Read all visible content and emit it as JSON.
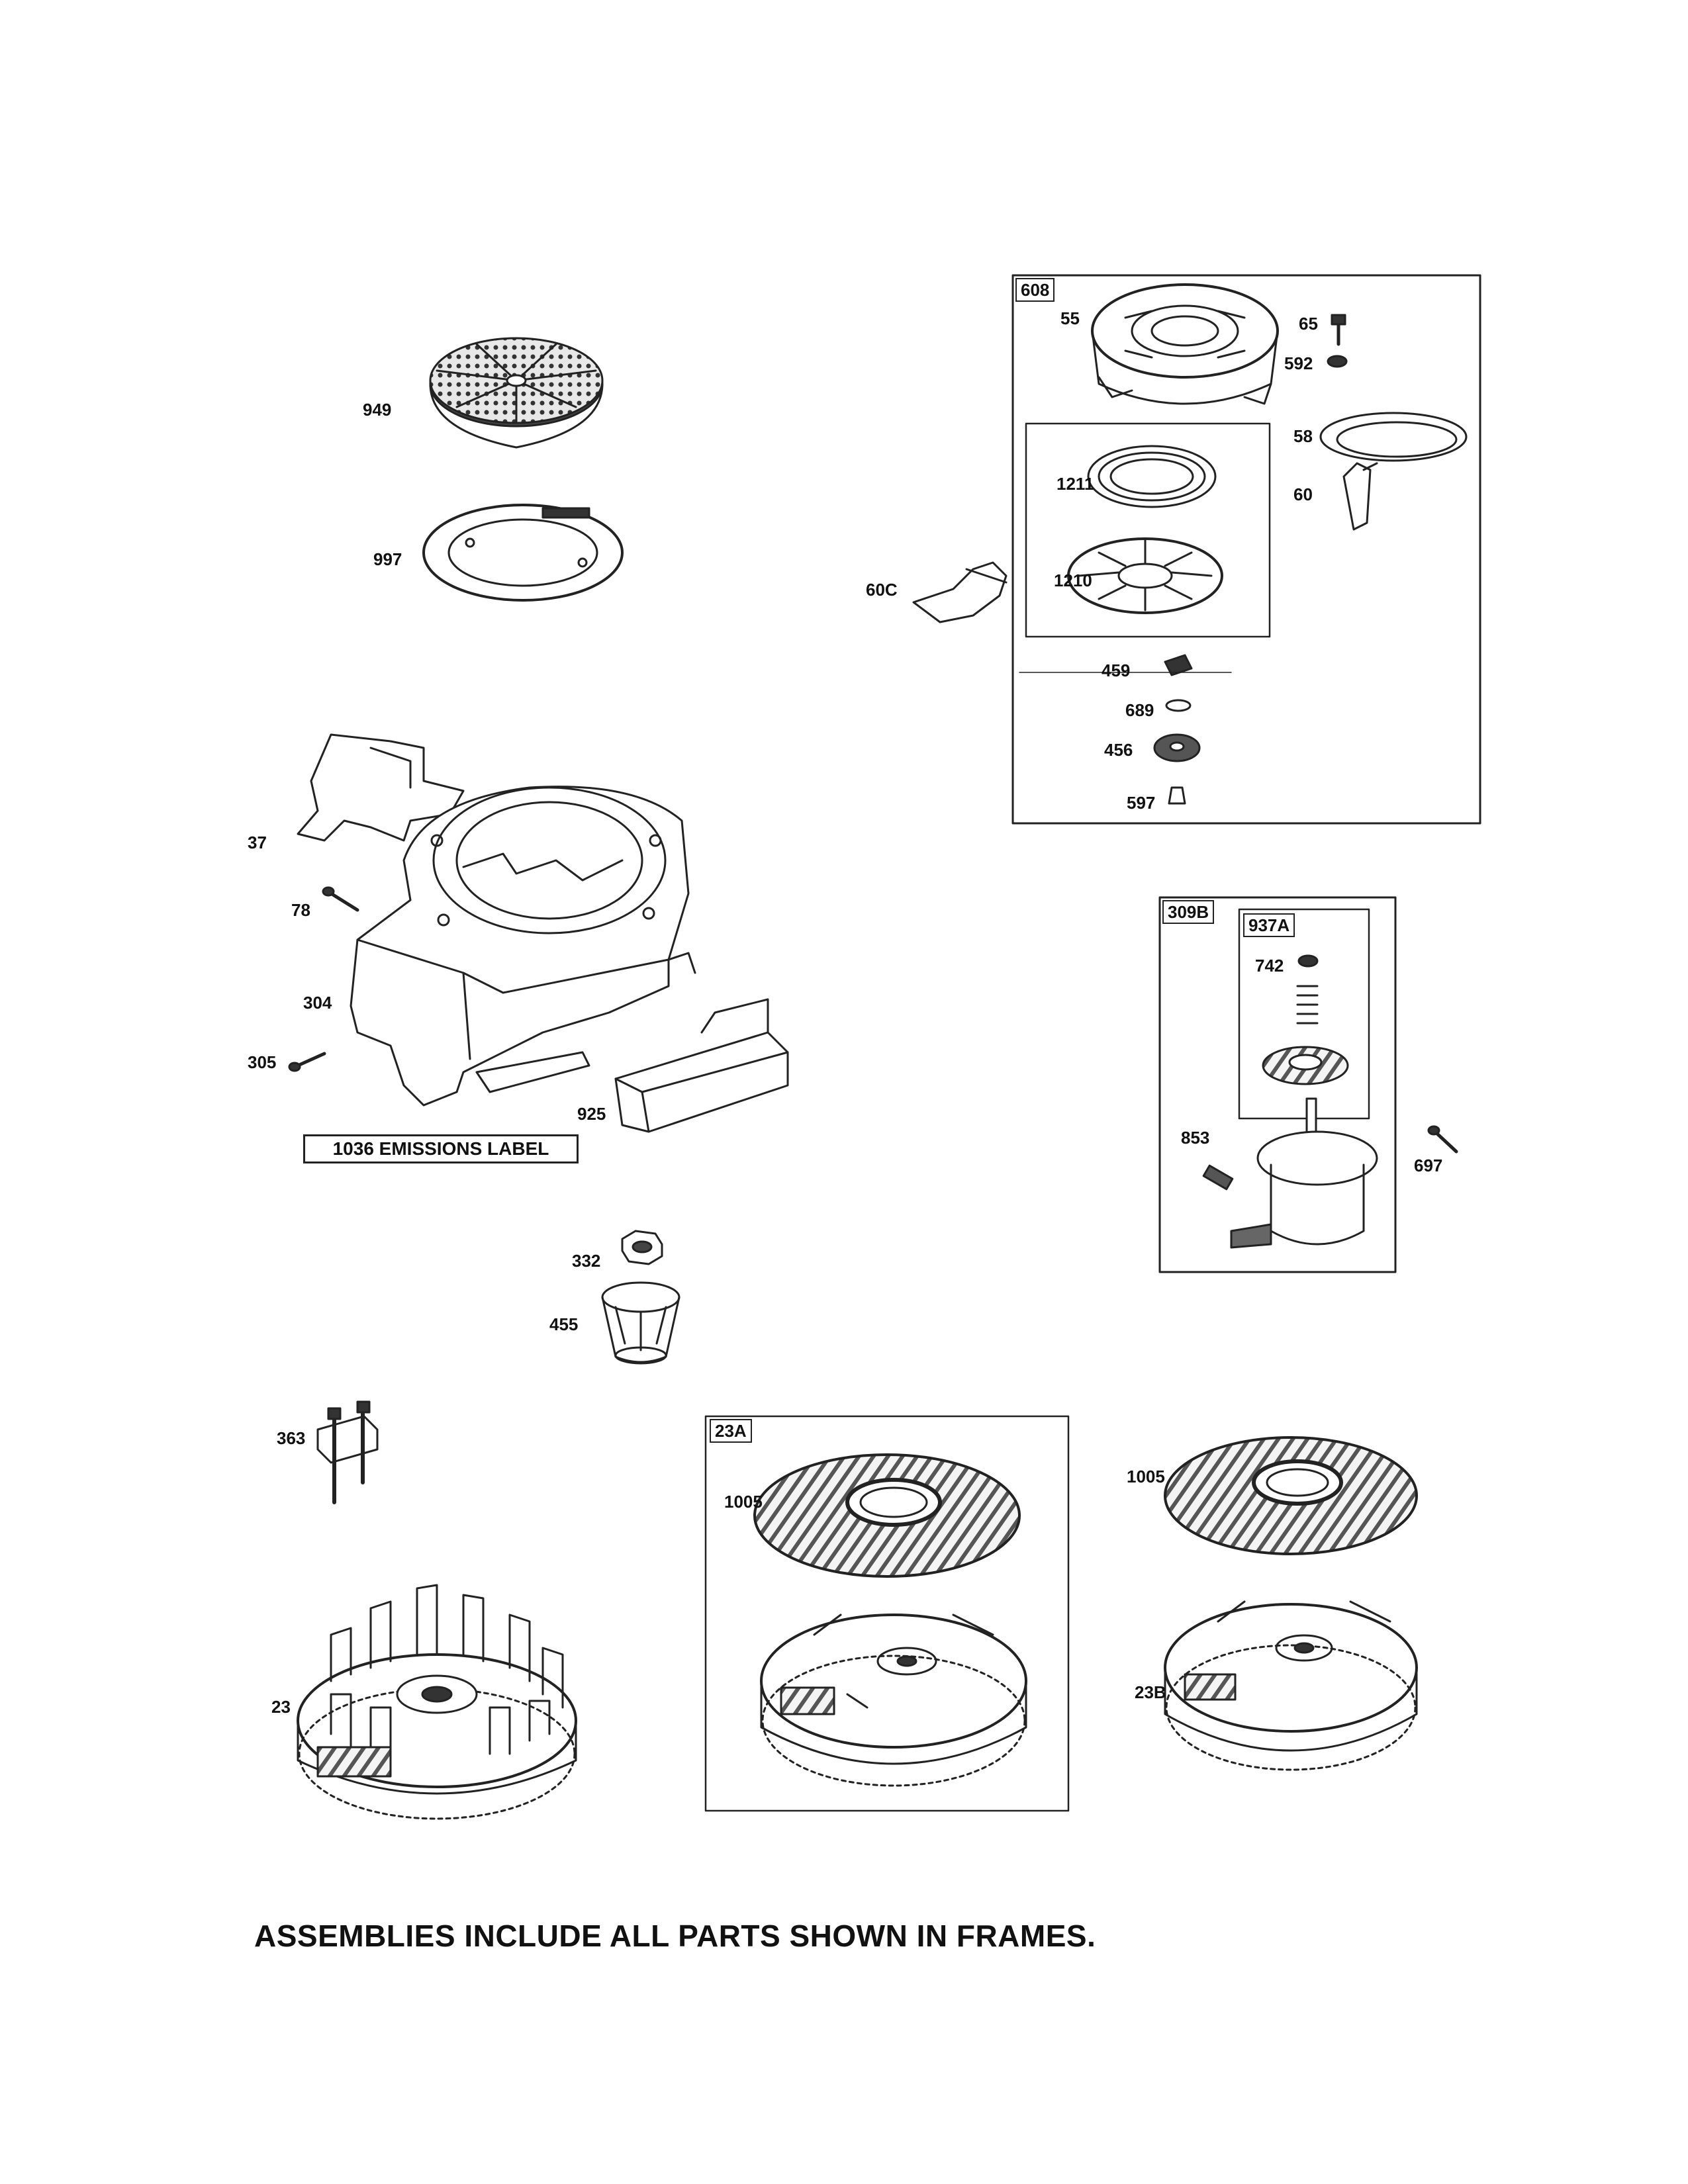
{
  "labels": {
    "p949": "949",
    "p997": "997",
    "p37": "37",
    "p78": "78",
    "p304": "304",
    "p305": "305",
    "p925": "925",
    "p332": "332",
    "p455": "455",
    "p363": "363",
    "p23": "23",
    "p608": "608",
    "p55": "55",
    "p65": "65",
    "p592": "592",
    "p58": "58",
    "p60": "60",
    "p1211": "1211",
    "p1210": "1210",
    "p60c": "60C",
    "p459": "459",
    "p689": "689",
    "p456": "456",
    "p597": "597",
    "p309b": "309B",
    "p937a": "937A",
    "p742": "742",
    "p853": "853",
    "p697": "697",
    "p23a": "23A",
    "p1005a": "1005",
    "p1005b": "1005",
    "p23b": "23B"
  },
  "emissions_label": "1036 EMISSIONS LABEL",
  "footer": "ASSEMBLIES INCLUDE ALL PARTS SHOWN IN FRAMES."
}
